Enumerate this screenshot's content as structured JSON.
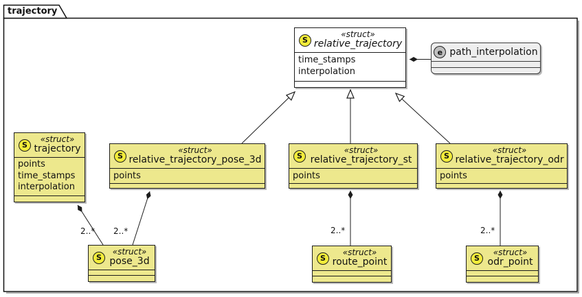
{
  "package": {
    "label": "trajectory"
  },
  "colors": {
    "struct_fill": "#EDE88D",
    "struct_badge_fill": "#F2EC3A",
    "enum_fill": "#EEEEEE",
    "enum_badge_fill": "#BFBFBF",
    "abstract_fill": "#FFFFFF",
    "line": "#1c1c1c"
  },
  "classes": {
    "relative_trajectory": {
      "stereotype": "«struct»",
      "badge": "S",
      "name": "relative_trajectory",
      "fields": [
        "time_stamps",
        "interpolation"
      ]
    },
    "path_interpolation": {
      "badge": "e",
      "name": "path_interpolation"
    },
    "trajectory": {
      "stereotype": "«struct»",
      "badge": "S",
      "name": "trajectory",
      "fields": [
        "points",
        "time_stamps",
        "interpolation"
      ]
    },
    "relative_trajectory_pose_3d": {
      "stereotype": "«struct»",
      "badge": "S",
      "name": "relative_trajectory_pose_3d",
      "fields": [
        "points"
      ]
    },
    "relative_trajectory_st": {
      "stereotype": "«struct»",
      "badge": "S",
      "name": "relative_trajectory_st",
      "fields": [
        "points"
      ]
    },
    "relative_trajectory_odr": {
      "stereotype": "«struct»",
      "badge": "S",
      "name": "relative_trajectory_odr",
      "fields": [
        "points"
      ]
    },
    "pose_3d": {
      "stereotype": "«struct»",
      "badge": "S",
      "name": "pose_3d"
    },
    "route_point": {
      "stereotype": "«struct»",
      "badge": "S",
      "name": "route_point"
    },
    "odr_point": {
      "stereotype": "«struct»",
      "badge": "S",
      "name": "odr_point"
    }
  },
  "relationships": {
    "multiplicities": [
      "2..*",
      "2..*",
      "2..*",
      "2..*"
    ]
  }
}
